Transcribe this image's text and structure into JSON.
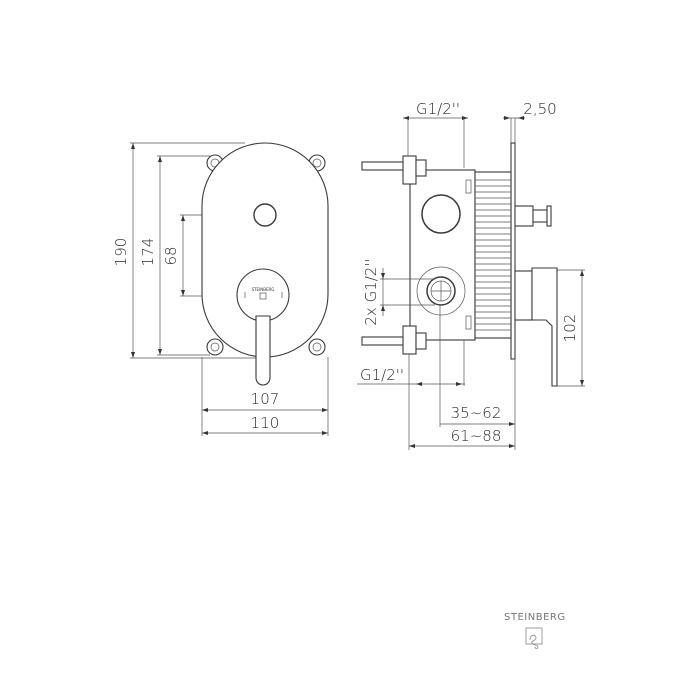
{
  "drawing": {
    "subject": "concealed single-lever shower mixer",
    "front_view": {
      "dimensions": {
        "overall_height": "190",
        "fixing_height": "174",
        "handle_to_diverter": "68",
        "plate_width": "107",
        "overall_width": "110"
      },
      "handle_logo_text": "STEINBERG"
    },
    "side_view": {
      "dimensions": {
        "top_connection": "G1/2''",
        "plate_thickness": "2,50",
        "outlet_connections": "2x G1/2''",
        "bottom_connection": "G1/2''",
        "handle_projection": "102",
        "install_depth_min": "35~62",
        "install_depth_total": "61~88"
      }
    }
  },
  "brand": {
    "name": "STEINBERG",
    "logo_icon": "steinberg-logo-icon"
  }
}
